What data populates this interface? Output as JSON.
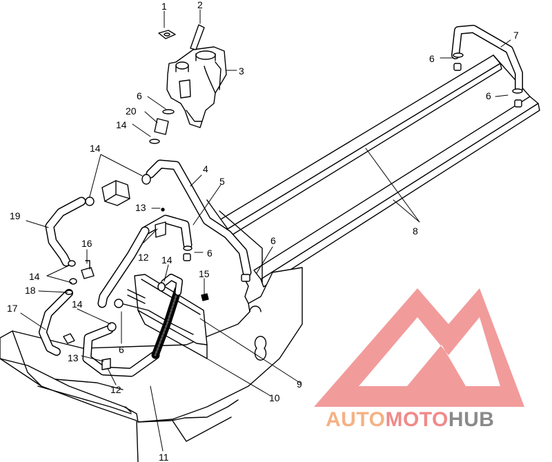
{
  "diagram": {
    "callouts": [
      {
        "id": "c1",
        "text": "1"
      },
      {
        "id": "c2",
        "text": "2"
      },
      {
        "id": "c3",
        "text": "3"
      },
      {
        "id": "c6a",
        "text": "6"
      },
      {
        "id": "c20",
        "text": "20"
      },
      {
        "id": "c14a",
        "text": "14"
      },
      {
        "id": "c7",
        "text": "7"
      },
      {
        "id": "c6b",
        "text": "6"
      },
      {
        "id": "c6c",
        "text": "6"
      },
      {
        "id": "c14b",
        "text": "14"
      },
      {
        "id": "c4",
        "text": "4"
      },
      {
        "id": "c5",
        "text": "5"
      },
      {
        "id": "c13a",
        "text": "13"
      },
      {
        "id": "c19",
        "text": "19"
      },
      {
        "id": "c8",
        "text": "8"
      },
      {
        "id": "c16",
        "text": "16"
      },
      {
        "id": "c12a",
        "text": "12"
      },
      {
        "id": "c6d",
        "text": "6"
      },
      {
        "id": "c6e",
        "text": "6"
      },
      {
        "id": "c14c",
        "text": "14"
      },
      {
        "id": "c14d",
        "text": "14"
      },
      {
        "id": "c18",
        "text": "18"
      },
      {
        "id": "c15",
        "text": "15"
      },
      {
        "id": "c17",
        "text": "17"
      },
      {
        "id": "c14e",
        "text": "14"
      },
      {
        "id": "c6f",
        "text": "6"
      },
      {
        "id": "c13b",
        "text": "13"
      },
      {
        "id": "c9",
        "text": "9"
      },
      {
        "id": "c12b",
        "text": "12"
      },
      {
        "id": "c10",
        "text": "10"
      },
      {
        "id": "c11",
        "text": "11"
      }
    ]
  },
  "watermark": {
    "part1": "AUTO",
    "part2": "MOTO",
    "part3": "HUB",
    "color_primary": "#f08a8a",
    "color_accent": "#f5b183",
    "color_dark": "#8a8a8a"
  }
}
